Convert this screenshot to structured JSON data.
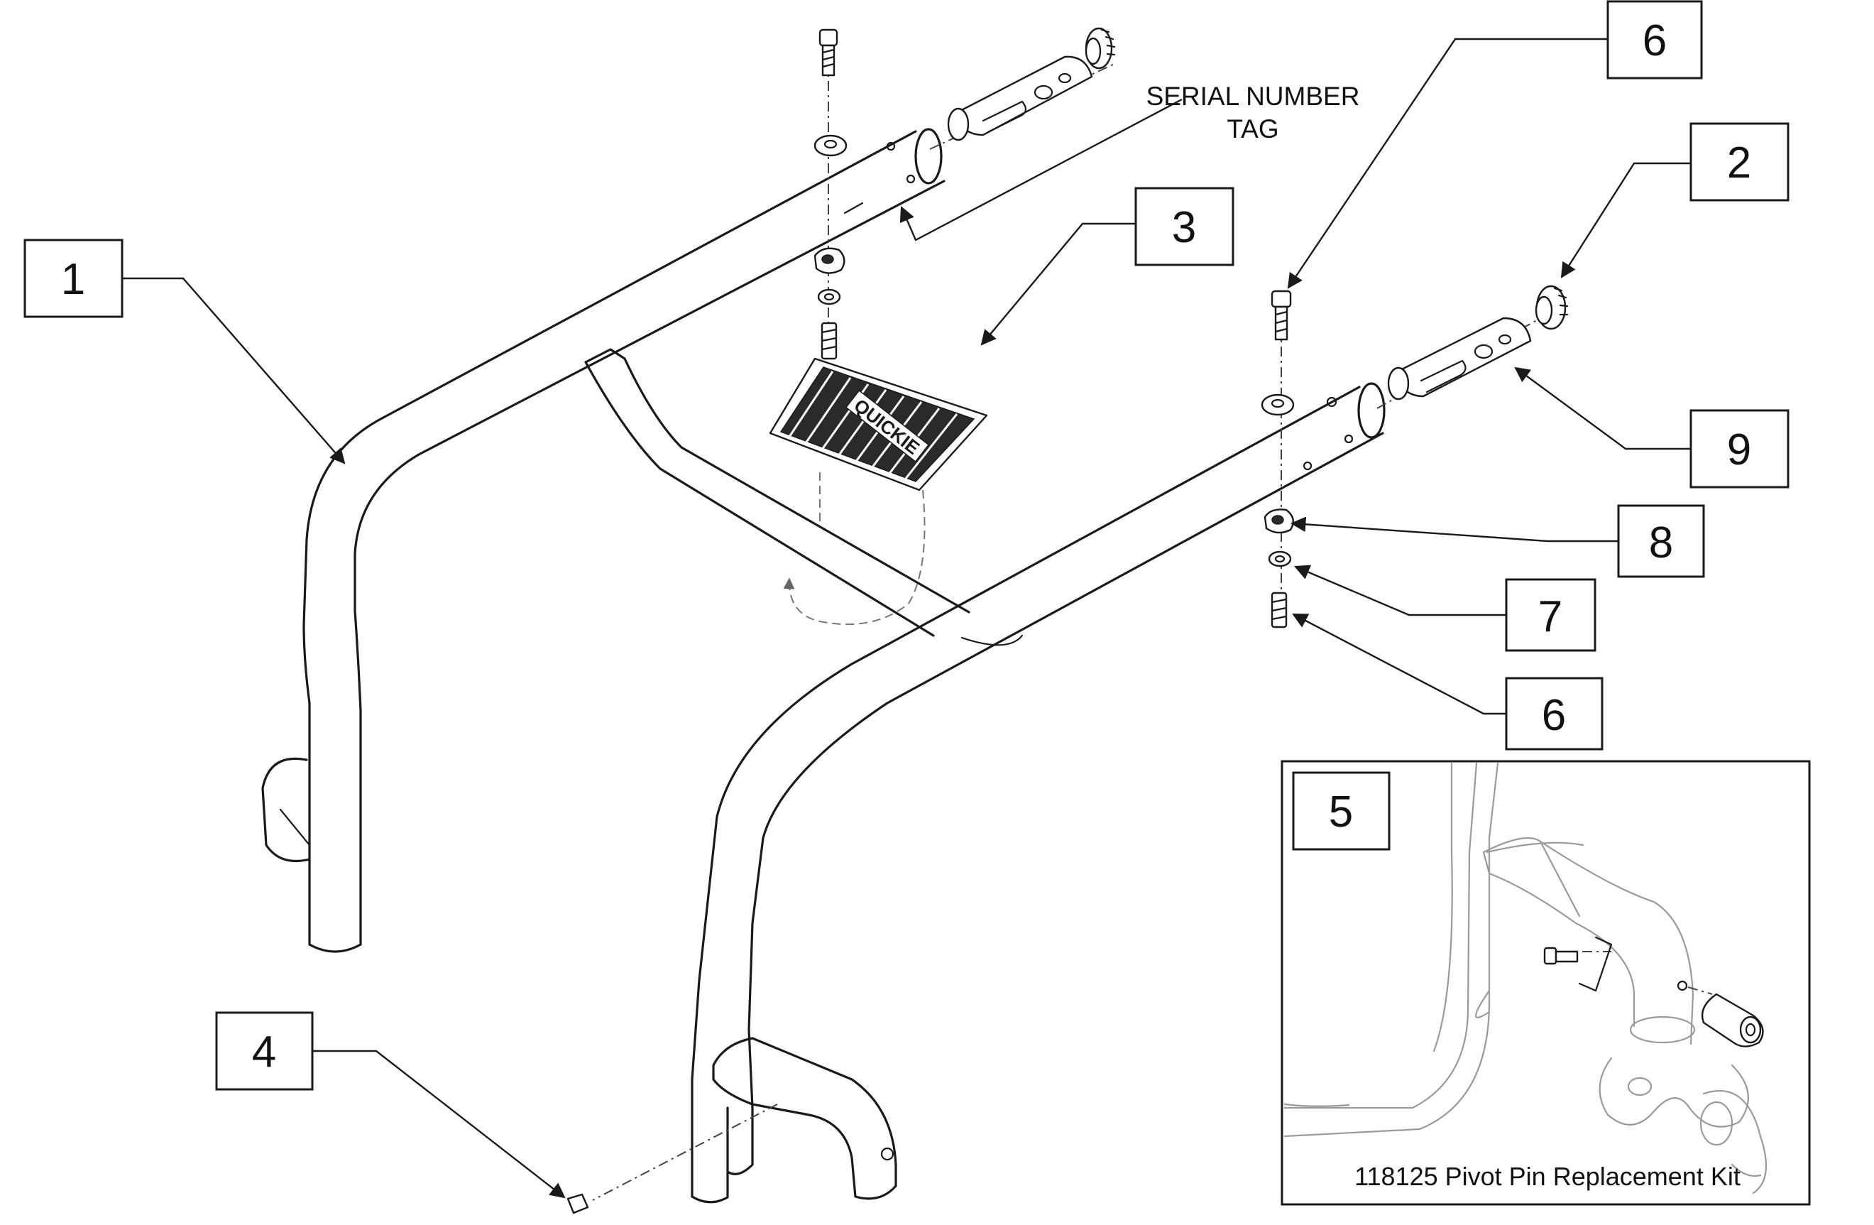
{
  "callouts": [
    {
      "number": "1"
    },
    {
      "number": "2"
    },
    {
      "number": "3"
    },
    {
      "number": "4"
    },
    {
      "number": "5"
    },
    {
      "number": "6"
    },
    {
      "number": "6"
    },
    {
      "number": "7"
    },
    {
      "number": "8"
    },
    {
      "number": "9"
    }
  ],
  "serial_tag": {
    "line1": "SERIAL NUMBER",
    "line2": "TAG"
  },
  "inset": {
    "caption": "118125 Pivot Pin Replacement Kit"
  },
  "footplate_logo": "QUICKIE"
}
